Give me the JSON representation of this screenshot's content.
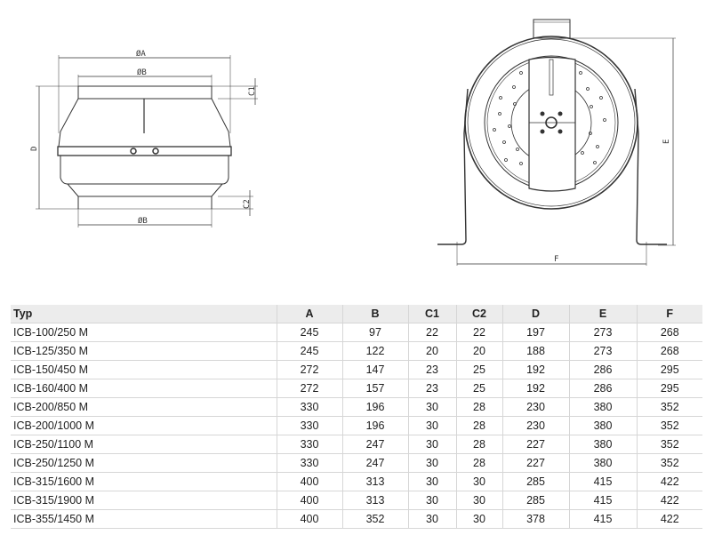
{
  "drawing_labels": {
    "dia_a": "ØA",
    "dia_b_top": "ØB",
    "dia_b_bottom": "ØB",
    "c1": "C1",
    "c2": "C2",
    "d": "D",
    "e": "E",
    "f": "F"
  },
  "table": {
    "headers": [
      "Typ",
      "A",
      "B",
      "C1",
      "C2",
      "D",
      "E",
      "F"
    ],
    "rows": [
      [
        "ICB-100/250 M",
        "245",
        "97",
        "22",
        "22",
        "197",
        "273",
        "268"
      ],
      [
        "ICB-125/350 M",
        "245",
        "122",
        "20",
        "20",
        "188",
        "273",
        "268"
      ],
      [
        "ICB-150/450 M",
        "272",
        "147",
        "23",
        "25",
        "192",
        "286",
        "295"
      ],
      [
        "ICB-160/400 M",
        "272",
        "157",
        "23",
        "25",
        "192",
        "286",
        "295"
      ],
      [
        "ICB-200/850 M",
        "330",
        "196",
        "30",
        "28",
        "230",
        "380",
        "352"
      ],
      [
        "ICB-200/1000 M",
        "330",
        "196",
        "30",
        "28",
        "230",
        "380",
        "352"
      ],
      [
        "ICB-250/1100 M",
        "330",
        "247",
        "30",
        "28",
        "227",
        "380",
        "352"
      ],
      [
        "ICB-250/1250 M",
        "330",
        "247",
        "30",
        "28",
        "227",
        "380",
        "352"
      ],
      [
        "ICB-315/1600 M",
        "400",
        "313",
        "30",
        "30",
        "285",
        "415",
        "422"
      ],
      [
        "ICB-315/1900 M",
        "400",
        "313",
        "30",
        "30",
        "285",
        "415",
        "422"
      ],
      [
        "ICB-355/1450 M",
        "400",
        "352",
        "30",
        "30",
        "378",
        "415",
        "422"
      ]
    ]
  }
}
